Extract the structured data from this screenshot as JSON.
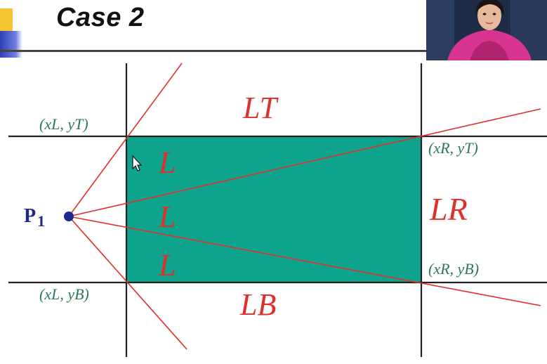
{
  "header": {
    "title": "Case 2"
  },
  "diagram": {
    "point_label": "P",
    "point_subscript": "1",
    "regions": {
      "top": "LT",
      "bottom": "LB",
      "right": "LR",
      "left_upper": "L",
      "left_middle": "L",
      "left_lower": "L"
    },
    "coords": {
      "top_left": "(xL, yT)",
      "bottom_left": "(xL, yB)",
      "top_right": "(xR, yT)",
      "bottom_right": "(xR, yB)"
    },
    "colors": {
      "clip_window": "#0ea38c",
      "rays": "#e0302a",
      "point": "#1b2a8c",
      "coord_text": "#2c7a56"
    }
  }
}
